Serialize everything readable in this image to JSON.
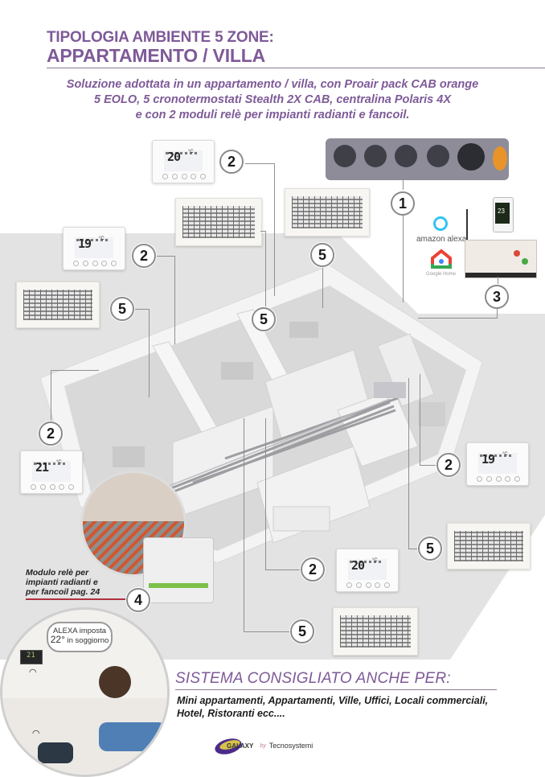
{
  "header": {
    "title_line1": "TIPOLOGIA AMBIENTE 5 ZONE:",
    "title_line2": "APPARTAMENTO / VILLA",
    "intro_lines": [
      "Soluzione adottata in un appartamento / villa, con Proair pack CAB orange",
      "5 EOLO, 5 cronotermostati Stealth 2X CAB, centralina Polaris 4X",
      "e con 2 moduli relè per impianti radianti e fancoil."
    ]
  },
  "callouts": {
    "manifold": "1",
    "thermostat": "2",
    "controller": "3",
    "relay_module": "4",
    "grille": "5"
  },
  "thermostats": [
    {
      "temp": "20",
      "unit": "°C"
    },
    {
      "temp": "19",
      "unit": "°C"
    },
    {
      "temp": "21",
      "unit": "°C"
    },
    {
      "temp": "19",
      "unit": "°C"
    },
    {
      "temp": "20",
      "unit": "°C"
    }
  ],
  "integrations": {
    "alexa": "amazon alexa",
    "google": "Google Home",
    "app_temp": "23"
  },
  "relay_module_caption": [
    "Modulo relè per",
    "impianti radianti e",
    "per fancoil pag. 24"
  ],
  "alexa_bubble": {
    "line1": "ALEXA imposta",
    "temp": "22°",
    "line2": "in soggiorno"
  },
  "small_display_temp": "21",
  "recommended": {
    "title": "SISTEMA CONSIGLIATO ANCHE PER:",
    "lines": [
      "Mini appartamenti, Appartamenti, Ville, Uffici, Locali commerciali,",
      "Hotel, Ristoranti ecc...."
    ]
  },
  "brand": {
    "galaxy": "GALAXY",
    "by": "by",
    "company": "Tecnosystemi"
  },
  "colors": {
    "accent": "#7e5a98",
    "rule": "#8a7d95",
    "red_rule": "#b0303d",
    "backdrop": "#e3e3e3"
  }
}
